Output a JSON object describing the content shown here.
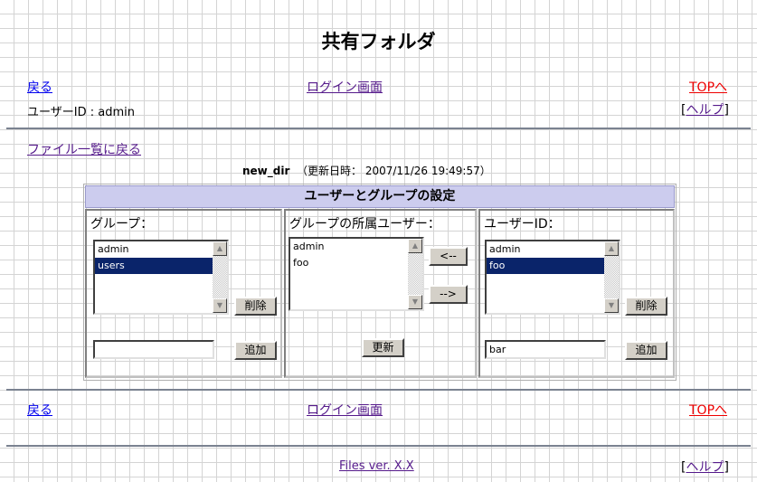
{
  "title": "共有フォルダ",
  "nav": {
    "back": "戻る",
    "login": "ログイン画面",
    "top": "TOPへ",
    "user_id": "ユーザーID : admin",
    "help": "ヘルプ"
  },
  "file_list_back": "ファイル一覧に戻る",
  "dir": {
    "name": "new_dir",
    "updated": "（更新日時： 2007/11/26 19:49:57）"
  },
  "settings": {
    "header": "ユーザーとグループの設定",
    "groups": {
      "label": "グループ：",
      "items": [
        "admin",
        "users"
      ],
      "selected": "users",
      "delete": "削除",
      "input_value": "",
      "add": "追加"
    },
    "members": {
      "label": "グループの所属ユーザー：",
      "items": [
        "admin",
        "foo"
      ],
      "add_left": "<--",
      "remove_right": "-->",
      "update": "更新"
    },
    "users": {
      "label": "ユーザーID：",
      "items": [
        "admin",
        "foo"
      ],
      "selected": "foo",
      "delete": "削除",
      "input_value": "bar",
      "add": "追加"
    }
  },
  "footer": {
    "back": "戻る",
    "login": "ログイン画面",
    "top": "TOPへ",
    "version": "Files ver. X.X",
    "help": "ヘルプ"
  }
}
